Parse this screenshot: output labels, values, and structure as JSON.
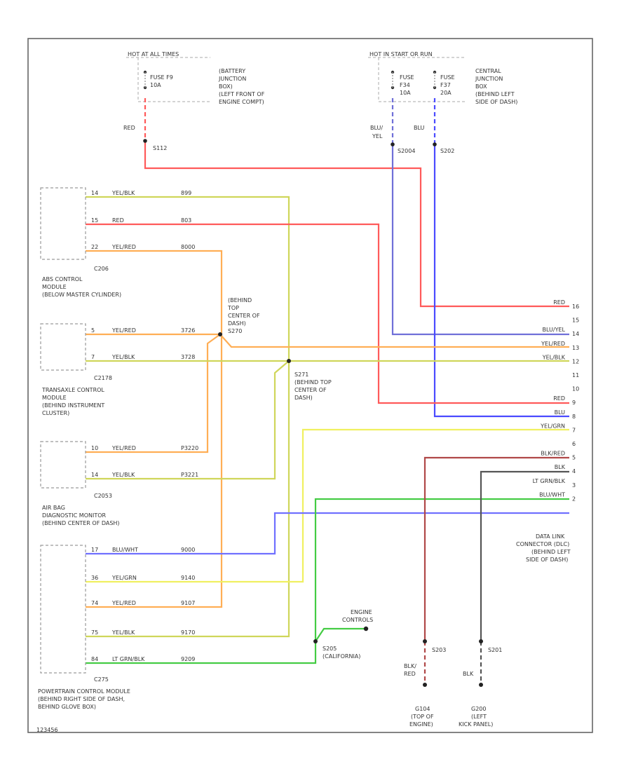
{
  "colors": {
    "red": "#ff5a5a",
    "blue": "#4a4aff",
    "blu_yel": "#6f6fd8",
    "yel_blk": "#cfd65a",
    "yel_red": "#ffae55",
    "yel_grn": "#f0f060",
    "lt_grn_blk": "#44cc44",
    "blk_wht": "#7070ff",
    "blk_red": "#b04848",
    "blk": "#555555"
  },
  "sources": {
    "left": {
      "label": "HOT AT ALL TIMES",
      "fuse": "FUSE F9",
      "amp": "10A",
      "junction": [
        "(BATTERY",
        "JUNCTION",
        "BOX)",
        "(LEFT FRONT OF",
        "ENGINE COMPT)"
      ]
    },
    "right": {
      "label": "HOT IN START OR RUN",
      "fuse1": "FUSE",
      "fuse1b": "F34",
      "amp1": "10A",
      "fuse2": "FUSE",
      "fuse2b": "F37",
      "amp2": "20A",
      "junction": [
        "CENTRAL",
        "JUNCTION",
        "BOX",
        "(BEHIND LEFT",
        "SIDE OF DASH)"
      ]
    }
  },
  "wire_labels": {
    "red_top": "RED",
    "s112": "S112",
    "blu_yel": "BLU/",
    "blu_yel2": "YEL",
    "s2004": "S2004",
    "blu": "BLU",
    "s202": "S202"
  },
  "modules": [
    {
      "id": "C206",
      "name": [
        "ABS CONTROL",
        "MODULE",
        "(BELOW MASTER CYLINDER)"
      ],
      "pins": [
        {
          "pin": "14",
          "wire": "YEL/BLK",
          "circuit": "899"
        },
        {
          "pin": "15",
          "wire": "RED",
          "circuit": "803"
        },
        {
          "pin": "22",
          "wire": "YEL/RED",
          "circuit": "8000"
        }
      ]
    },
    {
      "id": "C2178",
      "name": [
        "TRANSAXLE CONTROL",
        "MODULE",
        "(BEHIND INSTRUMENT",
        "CLUSTER)"
      ],
      "pins": [
        {
          "pin": "5",
          "wire": "YEL/RED",
          "circuit": "3726"
        },
        {
          "pin": "7",
          "wire": "YEL/BLK",
          "circuit": "3728"
        }
      ]
    },
    {
      "id": "C2053",
      "name": [
        "AIR BAG",
        "DIAGNOSTIC MONITOR",
        "(BEHIND CENTER OF DASH)"
      ],
      "pins": [
        {
          "pin": "10",
          "wire": "YEL/RED",
          "circuit": "P3220"
        },
        {
          "pin": "14",
          "wire": "YEL/BLK",
          "circuit": "P3221"
        }
      ]
    },
    {
      "id": "C275",
      "name": [
        "POWERTRAIN CONTROL MODULE",
        "(BEHIND RIGHT SIDE OF DASH,",
        "BEHIND GLOVE BOX)"
      ],
      "pins": [
        {
          "pin": "17",
          "wire": "BLU/WHT",
          "circuit": "9000"
        },
        {
          "pin": "36",
          "wire": "YEL/GRN",
          "circuit": "9140"
        },
        {
          "pin": "74",
          "wire": "YEL/RED",
          "circuit": "9107"
        },
        {
          "pin": "75",
          "wire": "YEL/BLK",
          "circuit": "9170"
        },
        {
          "pin": "84",
          "wire": "LT GRN/BLK",
          "circuit": "9209"
        }
      ]
    }
  ],
  "splices": {
    "s270": [
      "(BEHIND",
      "TOP",
      "CENTER OF",
      "DASH)",
      "S270"
    ],
    "s271": [
      "S271",
      "(BEHIND TOP",
      "CENTER OF",
      "DASH)"
    ],
    "s205": [
      "S205",
      "(CALIFORNIA)"
    ],
    "engine": [
      "ENGINE",
      "CONTROLS"
    ],
    "s203": "S203",
    "s201": "S201"
  },
  "dlc": {
    "name": [
      "DATA LINK",
      "CONNECTOR (DLC)",
      "(BEHIND LEFT",
      "SIDE OF DASH)"
    ],
    "pins": [
      {
        "wire": "RED",
        "pin": "16"
      },
      {
        "wire": "",
        "pin": "15"
      },
      {
        "wire": "BLU/YEL",
        "pin": "14"
      },
      {
        "wire": "YEL/RED",
        "pin": "13"
      },
      {
        "wire": "YEL/BLK",
        "pin": "12"
      },
      {
        "wire": "",
        "pin": "11"
      },
      {
        "wire": "",
        "pin": "10"
      },
      {
        "wire": "RED",
        "pin": "9"
      },
      {
        "wire": "BLU",
        "pin": "8"
      },
      {
        "wire": "YEL/GRN",
        "pin": "7"
      },
      {
        "wire": "",
        "pin": "6"
      },
      {
        "wire": "BLK/RED",
        "pin": "5"
      },
      {
        "wire": "BLK",
        "pin": "4"
      },
      {
        "wire": "LT GRN/BLK",
        "pin": "3"
      },
      {
        "wire": "BLU/WHT",
        "pin": "2"
      }
    ]
  },
  "grounds": {
    "g104": {
      "wire1": "BLK/",
      "wire2": "RED",
      "name": [
        "G104",
        "(TOP OF",
        "ENGINE)"
      ]
    },
    "g200": {
      "wire": "BLK",
      "name": [
        "G200",
        "(LEFT",
        "KICK PANEL)"
      ]
    }
  },
  "footer_code": "123456"
}
